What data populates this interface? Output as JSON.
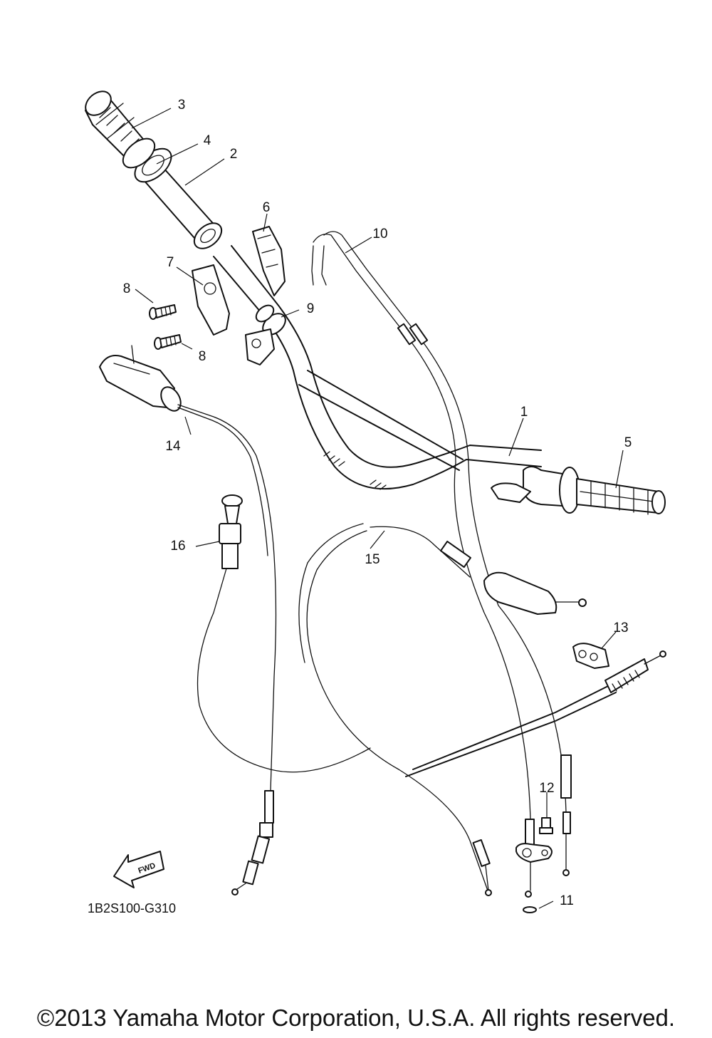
{
  "diagram": {
    "part_numbers": [
      "1",
      "2",
      "3",
      "4",
      "5",
      "6",
      "7",
      "8",
      "8",
      "9",
      "10",
      "11",
      "12",
      "13",
      "14",
      "15",
      "16"
    ],
    "drawing_code": "1B2S100-G310",
    "fwd_badge": "FWD"
  },
  "footer": {
    "copyright": "©2013 Yamaha Motor Corporation, U.S.A. All rights reserved."
  }
}
